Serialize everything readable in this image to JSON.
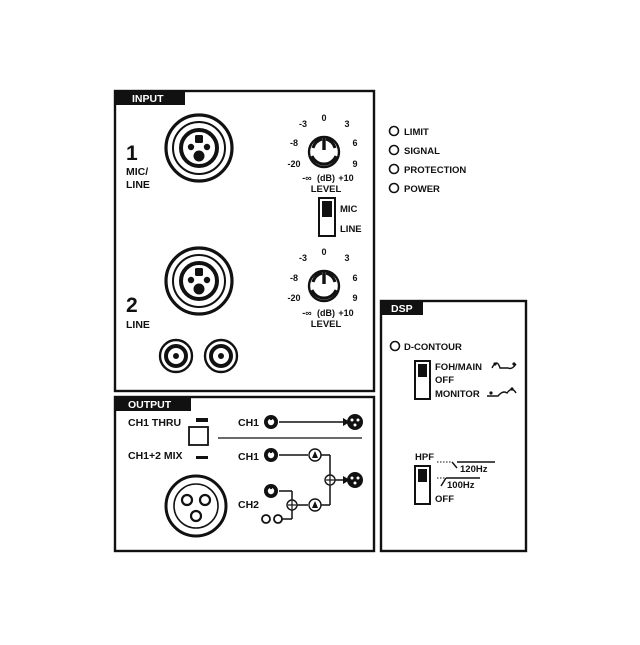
{
  "input": {
    "header": "INPUT",
    "ch1_number": "1",
    "ch1_label_line1": "MIC/",
    "ch1_label_line2": "LINE",
    "ch2_number": "2",
    "ch2_label": "LINE",
    "knob_ticks": {
      "top": "0",
      "l1": "-3",
      "l2": "-8",
      "l3": "-20",
      "l4": "-∞",
      "r1": "3",
      "r2": "6",
      "r3": "9",
      "r4": "+10",
      "unit": "(dB)"
    },
    "level_label": "LEVEL",
    "switch_mic": "MIC",
    "switch_line": "LINE"
  },
  "indicators": [
    "LIMIT",
    "SIGNAL",
    "PROTECTION",
    "POWER"
  ],
  "output": {
    "header": "OUTPUT",
    "ch1_thru": "CH1 THRU",
    "ch12_mix": "CH1+2 MIX",
    "flow_ch1_top": "CH1",
    "flow_ch1_mid": "CH1",
    "flow_ch2": "CH2"
  },
  "dsp": {
    "header": "DSP",
    "d_contour": "D-CONTOUR",
    "foh_main": "FOH/MAIN",
    "off1": "OFF",
    "monitor": "MONITOR",
    "hpf": "HPF",
    "hz120": "120Hz",
    "hz100": "100Hz",
    "off2": "OFF"
  }
}
